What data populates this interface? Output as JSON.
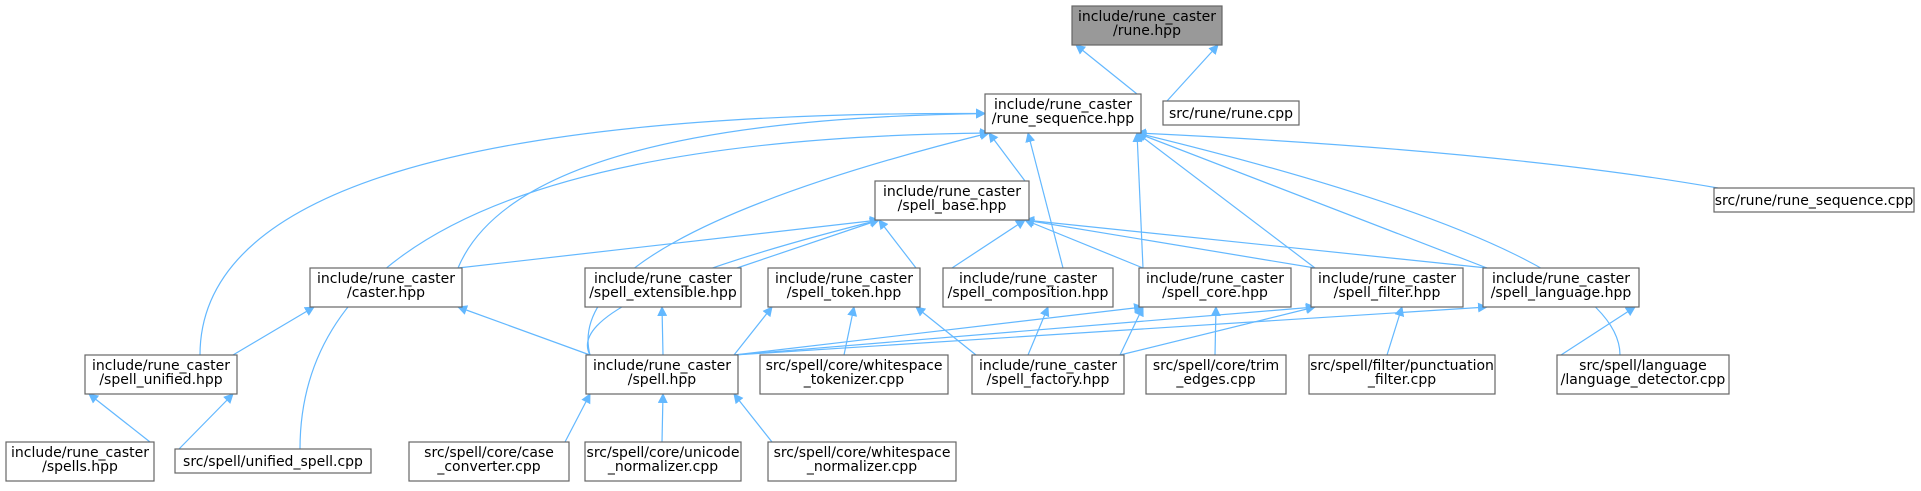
{
  "colors": {
    "edge": "#63b8ff",
    "node_border": "#666666",
    "node_fill": "#ffffff",
    "focus_fill": "#999999",
    "text": "#000000"
  },
  "nodes": {
    "rune_hpp": {
      "lines": [
        "include/rune_caster",
        "/rune.hpp"
      ],
      "focus": true
    },
    "rune_sequence_hpp": {
      "lines": [
        "include/rune_caster",
        "/rune_sequence.hpp"
      ]
    },
    "rune_cpp": {
      "lines": [
        "src/rune/rune.cpp"
      ]
    },
    "spell_base_hpp": {
      "lines": [
        "include/rune_caster",
        "/spell_base.hpp"
      ]
    },
    "rune_sequence_cpp": {
      "lines": [
        "src/rune/rune_sequence.cpp"
      ]
    },
    "caster_hpp": {
      "lines": [
        "include/rune_caster",
        "/caster.hpp"
      ]
    },
    "spell_extensible_hpp": {
      "lines": [
        "include/rune_caster",
        "/spell_extensible.hpp"
      ]
    },
    "spell_token_hpp": {
      "lines": [
        "include/rune_caster",
        "/spell_token.hpp"
      ]
    },
    "spell_composition_hpp": {
      "lines": [
        "include/rune_caster",
        "/spell_composition.hpp"
      ]
    },
    "spell_core_hpp": {
      "lines": [
        "include/rune_caster",
        "/spell_core.hpp"
      ]
    },
    "spell_filter_hpp": {
      "lines": [
        "include/rune_caster",
        "/spell_filter.hpp"
      ]
    },
    "spell_language_hpp": {
      "lines": [
        "include/rune_caster",
        "/spell_language.hpp"
      ]
    },
    "spell_unified_hpp": {
      "lines": [
        "include/rune_caster",
        "/spell_unified.hpp"
      ]
    },
    "spell_hpp": {
      "lines": [
        "include/rune_caster",
        "/spell.hpp"
      ]
    },
    "whitespace_tokenizer_cpp": {
      "lines": [
        "src/spell/core/whitespace",
        "_tokenizer.cpp"
      ]
    },
    "spell_factory_hpp": {
      "lines": [
        "include/rune_caster",
        "/spell_factory.hpp"
      ]
    },
    "trim_edges_cpp": {
      "lines": [
        "src/spell/core/trim",
        "_edges.cpp"
      ]
    },
    "punctuation_filter_cpp": {
      "lines": [
        "src/spell/filter/punctuation",
        "_filter.cpp"
      ]
    },
    "language_detector_cpp": {
      "lines": [
        "src/spell/language",
        "/language_detector.cpp"
      ]
    },
    "spells_hpp": {
      "lines": [
        "include/rune_caster",
        "/spells.hpp"
      ]
    },
    "unified_spell_cpp": {
      "lines": [
        "src/spell/unified_spell.cpp"
      ]
    },
    "case_converter_cpp": {
      "lines": [
        "src/spell/core/case",
        "_converter.cpp"
      ]
    },
    "unicode_normalizer_cpp": {
      "lines": [
        "src/spell/core/unicode",
        "_normalizer.cpp"
      ]
    },
    "whitespace_normalizer_cpp": {
      "lines": [
        "src/spell/core/whitespace",
        "_normalizer.cpp"
      ]
    }
  }
}
